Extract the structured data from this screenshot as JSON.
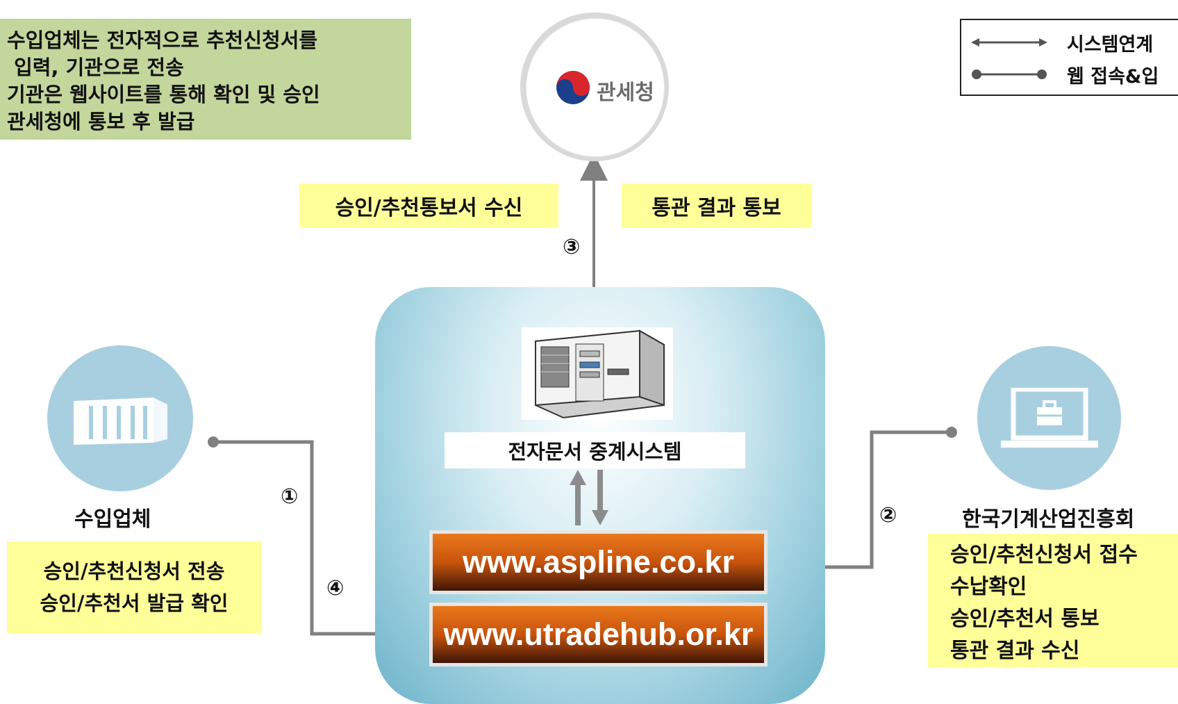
{
  "description_note": {
    "lines": [
      "수입업체는 전자적으로 추천신청서를",
      " 입력, 기관으로 전송",
      "기관은 웹사이트를 통해 확인 및 승인",
      "관세청에 통보 후 발급"
    ]
  },
  "legend": {
    "system_link": "시스템연계",
    "web_access": "웹 접속&입"
  },
  "customs": {
    "logo_text": "관세청",
    "left_label": "승인/추천통보서 수신",
    "right_label": "통관 결과 통보",
    "step": "③"
  },
  "center": {
    "system_label": "전자문서 중계시스템",
    "site1": "www.aspline.co.kr",
    "site2": "www.utradehub.or.kr"
  },
  "importer": {
    "title": "수입업체",
    "step_send": "①",
    "step_confirm": "④",
    "notes": [
      "승인/추천신청서 전송",
      "승인/추천서 발급 확인"
    ]
  },
  "institute": {
    "title": "한국기계산업진흥회",
    "step": "②",
    "notes": [
      "승인/추천신청서 접수",
      "수납확인",
      "승인/추천서 통보",
      "통관 결과 수신"
    ]
  },
  "colors": {
    "green_note": "#c3d69b",
    "yellow_note": "#ffff99",
    "site_orange": "#d8600f",
    "icon_blue": "#a8cfe0",
    "line_gray": "#808080"
  }
}
